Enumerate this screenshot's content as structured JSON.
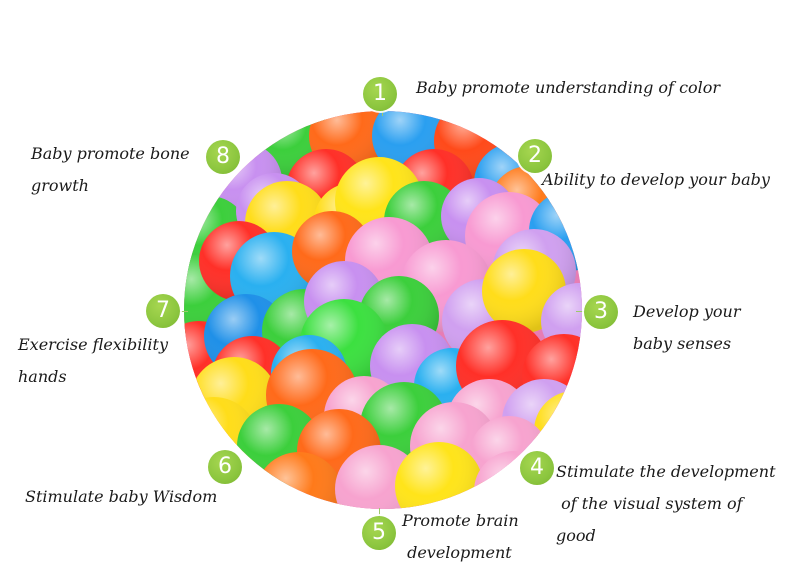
{
  "infographic": {
    "accent_color": "#8cc63f",
    "center_image": {
      "description": "circular photo of colorful plastic ball-pit balls",
      "ball_colors": [
        "#ff3b30",
        "#ff7a1a",
        "#ffd51a",
        "#3ccf3c",
        "#2aa9f0",
        "#c39bf0",
        "#f59ad0"
      ]
    },
    "items": [
      {
        "number": "1",
        "lines": [
          "Baby promote understanding of color"
        ]
      },
      {
        "number": "2",
        "lines": [
          "Ability to develop your baby"
        ]
      },
      {
        "number": "3",
        "lines": [
          "Develop your",
          "baby senses"
        ]
      },
      {
        "number": "4",
        "lines": [
          "Stimulate the development",
          " of the visual system of",
          "good"
        ]
      },
      {
        "number": "5",
        "lines": [
          "Promote brain",
          " development"
        ]
      },
      {
        "number": "6",
        "lines": [
          "Stimulate baby Wisdom"
        ]
      },
      {
        "number": "7",
        "lines": [
          "Exercise flexibility",
          "hands"
        ]
      },
      {
        "number": "8",
        "lines": [
          "Baby promote bone",
          "growth"
        ]
      }
    ]
  }
}
